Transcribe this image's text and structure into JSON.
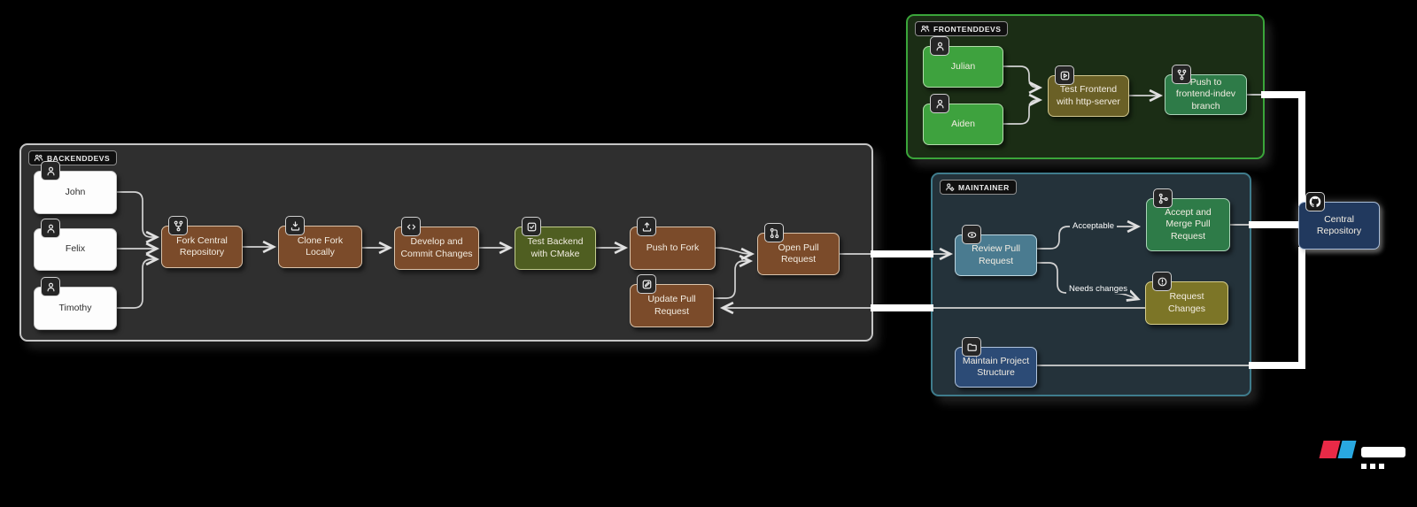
{
  "groups": {
    "backend": {
      "label": "BACKENDDEVS",
      "icon": "people"
    },
    "frontend": {
      "label": "FRONTENDDEVS",
      "icon": "people"
    },
    "maintainer": {
      "label": "MAINTAINER",
      "icon": "person-gear"
    }
  },
  "nodes": {
    "john": {
      "label": "John",
      "icon": "person"
    },
    "felix": {
      "label": "Felix",
      "icon": "person"
    },
    "timothy": {
      "label": "Timothy",
      "icon": "person"
    },
    "fork_central": {
      "label": "Fork Central Repository",
      "icon": "git-fork"
    },
    "clone_fork": {
      "label": "Clone Fork Locally",
      "icon": "download"
    },
    "develop_commit": {
      "label": "Develop and Commit Changes",
      "icon": "code"
    },
    "test_backend": {
      "label": "Test Backend with CMake",
      "icon": "check-square"
    },
    "push_fork": {
      "label": "Push to Fork",
      "icon": "upload"
    },
    "open_pr": {
      "label": "Open Pull Request",
      "icon": "pull-request"
    },
    "update_pr": {
      "label": "Update Pull Request",
      "icon": "pencil-square"
    },
    "julian": {
      "label": "Julian",
      "icon": "person"
    },
    "aiden": {
      "label": "Aiden",
      "icon": "person"
    },
    "test_frontend": {
      "label": "Test Frontend with http-server",
      "icon": "play"
    },
    "push_frontend": {
      "label": "Push to frontend-indev branch",
      "icon": "git-fork"
    },
    "review_pr": {
      "label": "Review Pull Request",
      "icon": "eye"
    },
    "accept_merge": {
      "label": "Accept and Merge Pull Request",
      "icon": "git-merge"
    },
    "request_changes": {
      "label": "Request Changes",
      "icon": "issue"
    },
    "maintain_structure": {
      "label": "Maintain Project Structure",
      "icon": "folder"
    },
    "central_repo": {
      "label": "Central Repository",
      "icon": "github"
    }
  },
  "edge_labels": {
    "acceptable": "Acceptable",
    "needs_changes": "Needs changes"
  },
  "colors": {
    "canvas_bg": "#000000",
    "backend_group_bg": "#2f2f2f",
    "frontend_group_bg": "#1b2d15",
    "frontend_group_border": "#3aa53a",
    "maintainer_group_bg": "#24323a",
    "maintainer_group_border": "#3f7c8c",
    "node_brown": "#7b4b2a",
    "node_olive_backend_test": "#4f5e21",
    "node_green_person": "#3ea23e",
    "node_olive_frontend_test": "#6a6026",
    "node_green_dark": "#2e7b48",
    "node_teal_review": "#4a7b90",
    "node_olive_request": "#7c7527",
    "node_navy_maintain": "#2c4b76",
    "node_navy_central": "#21395e",
    "edge_thin": "#d2d2d2",
    "edge_thick": "#ffffff",
    "watermark_red": "#e92a47",
    "watermark_blue": "#29a8e0"
  }
}
